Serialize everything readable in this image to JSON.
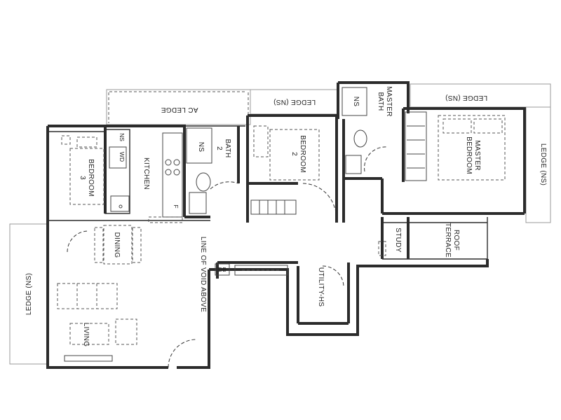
{
  "rooms": {
    "ac_ledge": "AC LEDGE",
    "ledge_ns_top_mid": "LEDGE (NS)",
    "ledge_ns_top_right": "LEDGE (NS)",
    "ledge_ns_right": "LEDGE (NS)",
    "ledge_ns_left": "LEDGE (NS)",
    "bedroom3_line1": "BEDROOM",
    "bedroom3_line2": "3",
    "wd": "WD",
    "ns_kitchen": "NS",
    "kitchen": "KITCHEN",
    "fridge": "F",
    "ns_bath2": "NS",
    "bath2_line1": "BATH",
    "bath2_line2": "2",
    "bedroom2_line1": "BEDROOM",
    "bedroom2_line2": "2",
    "ns_master_bath": "NS",
    "master_bath_line1": "MASTER",
    "master_bath_line2": "BATH",
    "master_bedroom_line1": "MASTER",
    "master_bedroom_line2": "BEDROOM",
    "dining": "DINING",
    "living": "LIVING",
    "void": "LINE OF VOID ABOVE",
    "db": "DB",
    "utility": "UTILITY-HS",
    "study": "STUDY",
    "roof_terrace_line1": "ROOF",
    "roof_terrace_line2": "TERRACE"
  }
}
